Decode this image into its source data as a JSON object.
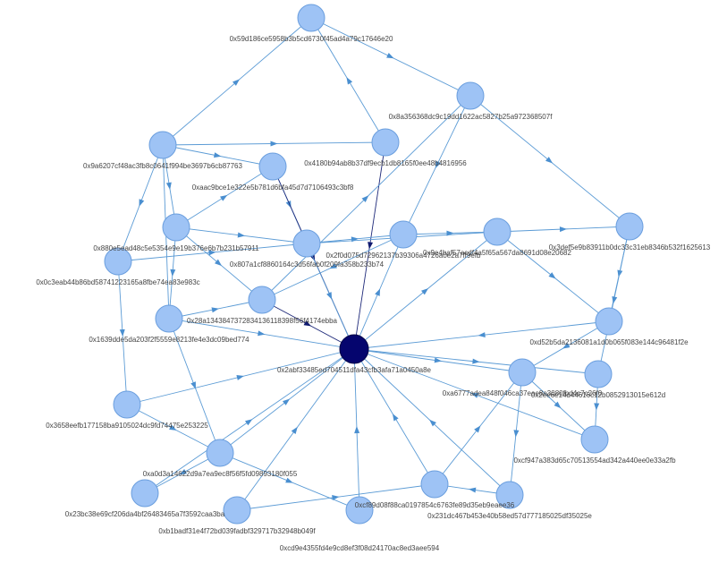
{
  "graph": {
    "nodes": [
      {
        "id": "n1",
        "label": "0x59d186ce5958b3b5cd6730f45ad4a79c17646e20"
      },
      {
        "id": "n2",
        "label": "0x8a356368dc9c19dd1622ac5827b25a972368507f"
      },
      {
        "id": "n3",
        "label": "0x9a6207cf48ac3fb8c0641f994be3697b6cb87763"
      },
      {
        "id": "n4",
        "label": "0xaac9bce1e322e5b781d6bfa45d7d7106493c3bf8"
      },
      {
        "id": "n5",
        "label": "0x4180b94ab8b37df9ecb1db8165f0ee48b4816956"
      },
      {
        "id": "n6",
        "label": "0x880e5ead48c5e5354e9e19b376e6b7b231b57911"
      },
      {
        "id": "n7",
        "label": "0x0c3eab44b86bd58741223165a8fbe74ea83e983c"
      },
      {
        "id": "n8",
        "label": "0x807a1cf8860164c3d56fab0f209fa358b233b74"
      },
      {
        "id": "n9",
        "label": "0x2f0d075d72962137b39306a4726a0e2a7ff9efb"
      },
      {
        "id": "n10",
        "label": "0x9e4baf57acdf4a5f65a567da8691d08e20682"
      },
      {
        "id": "n11",
        "label": "0x3def5e9b83911b0dc33c31eb8346b532f1625613"
      },
      {
        "id": "n12",
        "label": "0x28a1343847372834136118398f56f4174ebba"
      },
      {
        "id": "n13",
        "label": "0x1639dde5da203f2f5559e8213fe4e3dc09bed774"
      },
      {
        "id": "n14",
        "label": "0xd52b5da2136081a1d0b065f083e144c96481f2e"
      },
      {
        "id": "n15",
        "label": "0x2abf33485ed704511dfa43cfb3afa71a0450a8e"
      },
      {
        "id": "n16",
        "label": "0xa6777adea848f046ca37eae8e3080fbd4c7c26f0"
      },
      {
        "id": "n17",
        "label": "0x2ee6e14d44616c12b0852913015e612d"
      },
      {
        "id": "n18",
        "label": "0x3658eefb177158ba9105024dc9fd74475e253225"
      },
      {
        "id": "n19",
        "label": "0xcf947a383d65c70513554ad342a440ee0e33a2fb"
      },
      {
        "id": "n20",
        "label": "0xa0d3a14622d9a7ea9ec8f56f5fd09893180f055"
      },
      {
        "id": "n21",
        "label": "0x23bc38e69cf206da4bf26483465a7f3592caa3ba"
      },
      {
        "id": "n22",
        "label": "0xcf89d08f88ca0197854c6763fe89d35eb9eaee36"
      },
      {
        "id": "n23",
        "label": "0x231dc467b453e40b58ed57d777185025df35025e"
      },
      {
        "id": "n24",
        "label": "0xb1badf31e4f72bd039fadbf329717b32948b049f"
      },
      {
        "id": "n25",
        "label": "0xcd9e4355fd4e9cd8ef3f08d24170ac8ed3aee594"
      }
    ],
    "edges": [
      [
        "n3",
        "n1"
      ],
      [
        "n1",
        "n2"
      ],
      [
        "n5",
        "n1"
      ],
      [
        "n2",
        "n11"
      ],
      [
        "n2",
        "n9"
      ],
      [
        "n3",
        "n4"
      ],
      [
        "n3",
        "n5"
      ],
      [
        "n3",
        "n6"
      ],
      [
        "n3",
        "n7"
      ],
      [
        "n3",
        "n13"
      ],
      [
        "n4",
        "n8"
      ],
      [
        "n4",
        "n15"
      ],
      [
        "n5",
        "n15"
      ],
      [
        "n6",
        "n4"
      ],
      [
        "n6",
        "n8"
      ],
      [
        "n6",
        "n12"
      ],
      [
        "n7",
        "n8"
      ],
      [
        "n7",
        "n18"
      ],
      [
        "n8",
        "n9"
      ],
      [
        "n8",
        "n10"
      ],
      [
        "n8",
        "n15"
      ],
      [
        "n9",
        "n10"
      ],
      [
        "n9",
        "n12"
      ],
      [
        "n10",
        "n11"
      ],
      [
        "n10",
        "n14"
      ],
      [
        "n11",
        "n14"
      ],
      [
        "n11",
        "n17"
      ],
      [
        "n12",
        "n15"
      ],
      [
        "n13",
        "n12"
      ],
      [
        "n13",
        "n15"
      ],
      [
        "n13",
        "n20"
      ],
      [
        "n14",
        "n15"
      ],
      [
        "n14",
        "n16"
      ],
      [
        "n15",
        "n16"
      ],
      [
        "n15",
        "n17"
      ],
      [
        "n15",
        "n10"
      ],
      [
        "n15",
        "n9"
      ],
      [
        "n16",
        "n19"
      ],
      [
        "n16",
        "n23"
      ],
      [
        "n18",
        "n15"
      ],
      [
        "n18",
        "n20"
      ],
      [
        "n19",
        "n15"
      ],
      [
        "n20",
        "n15"
      ],
      [
        "n20",
        "n21"
      ],
      [
        "n21",
        "n15"
      ],
      [
        "n22",
        "n15"
      ],
      [
        "n22",
        "n16"
      ],
      [
        "n23",
        "n15"
      ],
      [
        "n23",
        "n22"
      ],
      [
        "n24",
        "n15"
      ],
      [
        "n24",
        "n22"
      ],
      [
        "n25",
        "n15"
      ],
      [
        "n20",
        "n25"
      ],
      [
        "n17",
        "n19"
      ],
      [
        "n6",
        "n13"
      ],
      [
        "n12",
        "n2"
      ]
    ],
    "dark_edges": [
      [
        "n4",
        "n15"
      ],
      [
        "n5",
        "n15"
      ],
      [
        "n12",
        "n15"
      ]
    ],
    "hub": "n15",
    "colors": {
      "node_fill": "#9ec3f5",
      "node_stroke": "#6a9ede",
      "hub_fill": "#05056e",
      "edge": "#5b9bd5",
      "dark_edge": "#1f2a7a"
    }
  }
}
